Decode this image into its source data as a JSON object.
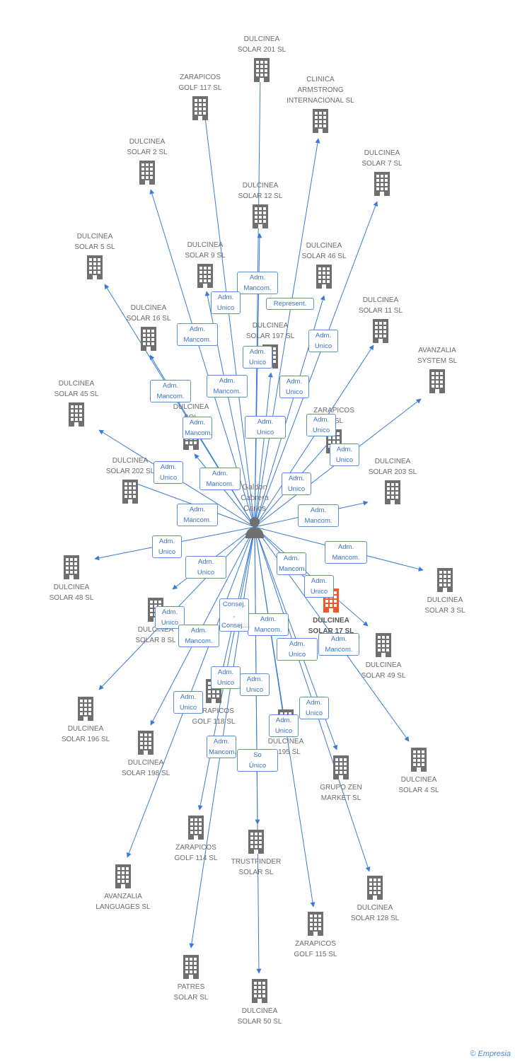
{
  "colors": {
    "edge": "#3a7bd5",
    "building": "#6f6f6f",
    "building_main": "#f05a28",
    "person": "#707070"
  },
  "center": {
    "label": "Galdon\nCabrera\nCarlos"
  },
  "nodes": [
    {
      "label": "DULCINEA\nSOLAR 201 SL"
    },
    {
      "label": "ZARAPICOS\nGOLF 117 SL"
    },
    {
      "label": "CLINICA\nARMSTRONG\nINTERNACIONAL SL"
    },
    {
      "label": "DULCINEA\nSOLAR 2 SL"
    },
    {
      "label": "DULCINEA\nSOLAR 7 SL"
    },
    {
      "label": "DULCINEA\nSOLAR 12 SL"
    },
    {
      "label": "DULCINEA\nSOLAR 5 SL"
    },
    {
      "label": "DULCINEA\nSOLAR 9 SL"
    },
    {
      "label": "DULCINEA\nSOLAR 46 SL"
    },
    {
      "label": "DULCINEA\nSOLAR 11 SL"
    },
    {
      "label": "DULCINEA\nSOLAR 16 SL"
    },
    {
      "label": "DULCINEA\nSOLAR 197 SL"
    },
    {
      "label": "AVANZALIA\nSYSTEM SL"
    },
    {
      "label": "DULCINEA\nSOLAR 45 SL"
    },
    {
      "label": "DULCINEA\nSOL"
    },
    {
      "label": "ZARAPICOS\n16 SL"
    },
    {
      "label": "DULCINEA\nSOLAR 202 SL"
    },
    {
      "label": "DULCINEA\nSOLAR 203 SL"
    },
    {
      "label": "DULCINEA\nSOLAR 48 SL"
    },
    {
      "label": "DULCINEA\nSOLAR 3 SL"
    },
    {
      "label": "DULCINEA\nSOLAR 17 SL"
    },
    {
      "label": "DULCINEA\nSOLAR 8 SL"
    },
    {
      "label": "DULCINEA\nSOLAR 49 SL"
    },
    {
      "label": "DULCINEA\nSOLAR 196 SL"
    },
    {
      "label": "ZARAPICOS\nGOLF 118 SL"
    },
    {
      "label": "DULCINEA\nR 195 SL"
    },
    {
      "label": "DULCINEA\nSOLAR 198 SL"
    },
    {
      "label": "GRUPO ZEN\nMARKET SL"
    },
    {
      "label": "DULCINEA\nSOLAR 4 SL"
    },
    {
      "label": "ZARAPICOS\nGOLF 114 SL"
    },
    {
      "label": "TRUSTFINDER\nSOLAR SL"
    },
    {
      "label": "AVANZALIA\nLANGUAGES SL"
    },
    {
      "label": "DULCINEA\nSOLAR 128 SL"
    },
    {
      "label": "ZARAPICOS\nGOLF 115 SL"
    },
    {
      "label": "PATRES\nSOLAR SL"
    },
    {
      "label": "DULCINEA\nSOLAR 50 SL"
    }
  ],
  "relations": [
    {
      "label": "Adm.\nMancom."
    },
    {
      "label": "Adm.\nUnico"
    },
    {
      "label": "Represent."
    },
    {
      "label": "Adm.\nMancom."
    },
    {
      "label": "Adm.\nUnico"
    },
    {
      "label": "Adm.\nUnico"
    },
    {
      "label": "Adm.\nMancom."
    },
    {
      "label": "Adm.\nMancom."
    },
    {
      "label": "Adm.\nUnico"
    },
    {
      "label": "Adm.\nUnico"
    },
    {
      "label": "Adm.\nMancom."
    },
    {
      "label": "Adm.\nUnico"
    },
    {
      "label": "Adm.\nUnico"
    },
    {
      "label": "Adm.\nUnico"
    },
    {
      "label": "Adm.\nMancom."
    },
    {
      "label": "Adm.\nUnico"
    },
    {
      "label": "Adm.\nMancom."
    },
    {
      "label": "Adm.\nMancom."
    },
    {
      "label": "Adm.\nUnico"
    },
    {
      "label": "Adm.\nMancom."
    },
    {
      "label": "Adm.\nMancom."
    },
    {
      "label": "Adm.\nUnico"
    },
    {
      "label": "Adm.\nUnico"
    },
    {
      "label": "Adm.\nUnico"
    },
    {
      "label": "Adm.\nMancom."
    },
    {
      "label": "Adm.\nMancom."
    },
    {
      "label": "Consej. ,\nConsej...."
    },
    {
      "label": "Adm.\nMancom."
    },
    {
      "label": "Adm.\nUnico"
    },
    {
      "label": "Adm.\nUnico"
    },
    {
      "label": "Adm.\nUnico"
    },
    {
      "label": "Adm.\nUnico"
    },
    {
      "label": "Adm.\nUnico"
    },
    {
      "label": "Adm.\nUnico"
    },
    {
      "label": "Adm.\nMancom."
    },
    {
      "label": "So\nÚnico"
    }
  ],
  "footer": {
    "copyright": "©",
    "brand": "Empresia"
  }
}
